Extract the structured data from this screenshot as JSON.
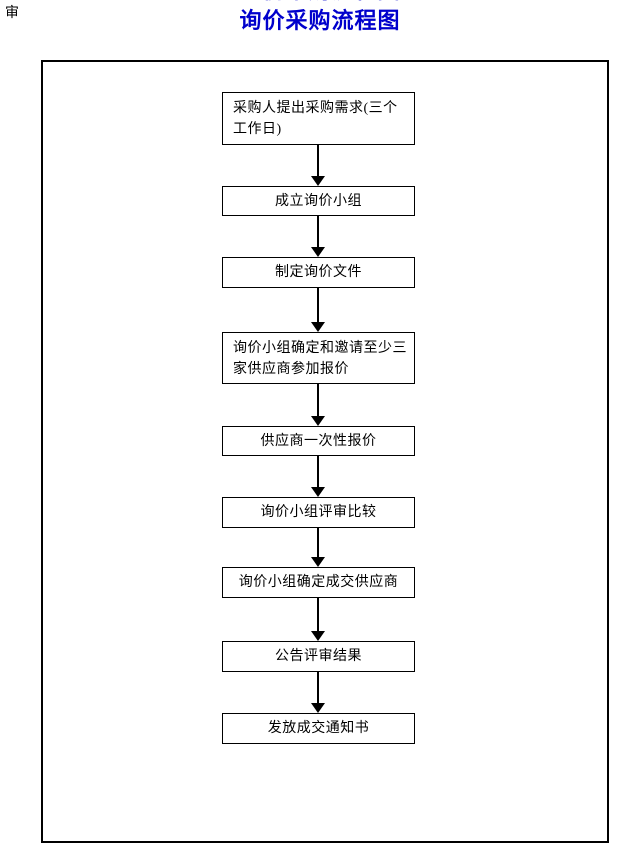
{
  "page": {
    "corner_text": "审",
    "title": "询价采购流程图",
    "title_color": "#0000CC",
    "background_color": "#FFFFFF",
    "line_color": "#000000"
  },
  "flowchart": {
    "direction": "top-down",
    "connector": "solid-arrow-down",
    "steps": [
      {
        "order": 1,
        "label": "采购人提出采购需求(三个工作日)",
        "lines": [
          "采购人提出采购需求(三个",
          "工作日)"
        ]
      },
      {
        "order": 2,
        "label": "成立询价小组",
        "lines": [
          "成立询价小组"
        ]
      },
      {
        "order": 3,
        "label": "制定询价文件",
        "lines": [
          "制定询价文件"
        ]
      },
      {
        "order": 4,
        "label": "询价小组确定和邀请至少三家供应商参加报价",
        "lines": [
          "询价小组确定和邀请至少三",
          "家供应商参加报价"
        ]
      },
      {
        "order": 5,
        "label": "供应商一次性报价",
        "lines": [
          "供应商一次性报价"
        ]
      },
      {
        "order": 6,
        "label": "询价小组评审比较",
        "lines": [
          "询价小组评审比较"
        ]
      },
      {
        "order": 7,
        "label": "询价小组确定成交供应商",
        "lines": [
          "询价小组确定成交供应商"
        ]
      },
      {
        "order": 8,
        "label": "公告评审结果",
        "lines": [
          "公告评审结果"
        ]
      },
      {
        "order": 9,
        "label": "发放成交通知书",
        "lines": [
          "发放成交通知书"
        ]
      }
    ]
  }
}
